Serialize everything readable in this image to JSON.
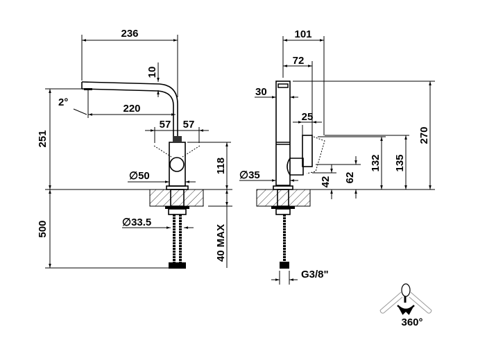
{
  "front_view": {
    "spout_reach": "236",
    "spout_thickness": "10",
    "spout_angle": "2°",
    "spout_axis_to_outlet": "220",
    "handle_swing_left": "57",
    "handle_swing_right": "57",
    "total_height": "251",
    "body_height": "118",
    "body_diameter": "∅50",
    "hose_diameter": "∅33.5",
    "hose_length": "500",
    "counter_thickness": "40 MAX"
  },
  "side_view": {
    "depth_total": "101",
    "depth_handle": "72",
    "spout_width": "30",
    "handle_width": "25",
    "total_height": "270",
    "handle_height_a": "132",
    "handle_height_b": "135",
    "pivot_height_a": "62",
    "pivot_height_b": "42",
    "body_diameter": "∅35",
    "connection": "G3/8\""
  },
  "rotation_icon": {
    "label": "360°"
  }
}
